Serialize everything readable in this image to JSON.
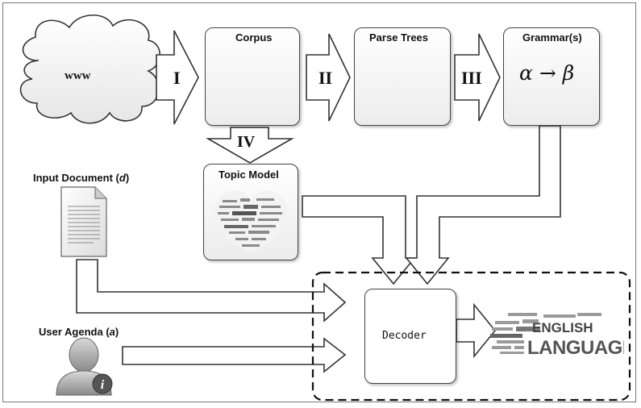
{
  "nodes": {
    "www": "www",
    "corpus": "Corpus",
    "parse_trees": "Parse Trees",
    "grammar": "Grammar(s)",
    "grammar_formula": "α → β",
    "topic_model": "Topic Model",
    "input_document_prefix": "Input Document (",
    "input_document_var": "d",
    "input_document_suffix": ")",
    "user_agenda_prefix": "User Agenda (",
    "user_agenda_var": "a",
    "user_agenda_suffix": ")",
    "decoder": "Decoder"
  },
  "steps": {
    "i": "I",
    "ii": "II",
    "iii": "III",
    "iv": "IV"
  },
  "output_cloud": {
    "line1": "ENGLISH",
    "line2": "LANGUAGE"
  },
  "icons": {
    "cloud": "cloud-shape",
    "corpus": "document-stack-icon",
    "tree": "tree-icon",
    "topic_model": "word-cloud-image",
    "input_document": "document-icon",
    "user": "user-info-icon"
  }
}
